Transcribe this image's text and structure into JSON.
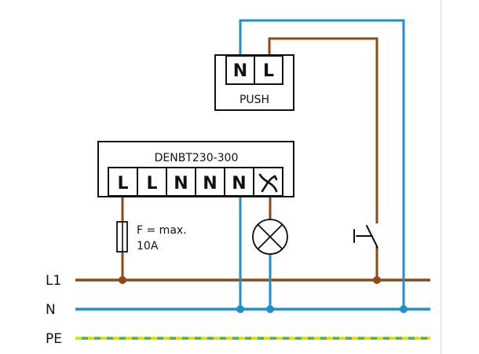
{
  "colors": {
    "line": "#8B4A16",
    "neutral": "#1E90D0",
    "pe_green": "#4CAF50",
    "pe_yellow": "#E8E000",
    "box_border": "#111111"
  },
  "push_device": {
    "label": "PUSH",
    "terminals": [
      "N",
      "L"
    ]
  },
  "dimmer_device": {
    "label": "DENBT230-300",
    "terminals": [
      "L",
      "L",
      "N",
      "N",
      "N"
    ],
    "load_terminal_icon": "dimmer-symbol-icon"
  },
  "fuse": {
    "label_line1": "F = max.",
    "label_line2": "10A"
  },
  "buses": {
    "l1": "L1",
    "n": "N",
    "pe": "PE"
  },
  "icons": {
    "lamp": "lamp-icon",
    "switch": "pushbutton-switch-icon",
    "fuse": "fuse-icon"
  }
}
